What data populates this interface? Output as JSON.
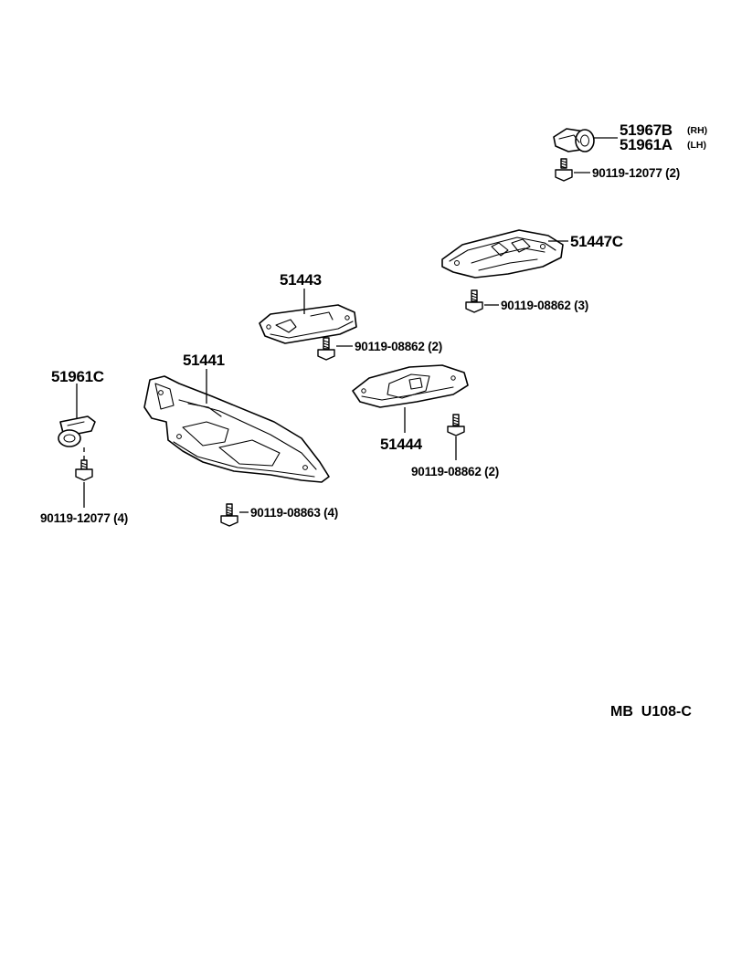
{
  "diagram": {
    "parts": {
      "p51967B": {
        "number": "51967B",
        "side": "(RH)"
      },
      "p51961A": {
        "number": "51961A",
        "side": "(LH)"
      },
      "p51447C": {
        "number": "51447C"
      },
      "p51443": {
        "number": "51443"
      },
      "p51441": {
        "number": "51441"
      },
      "p51444": {
        "number": "51444"
      },
      "p51961C": {
        "number": "51961C"
      }
    },
    "fasteners": {
      "f1": {
        "label": "90119-12077 (2)"
      },
      "f2": {
        "label": "90119-08862 (3)"
      },
      "f3": {
        "label": "90119-08862 (2)"
      },
      "f4": {
        "label": "90119-08862 (2)"
      },
      "f5": {
        "label": "90119-12077 (4)"
      },
      "f6": {
        "label": "90119-08863 (4)"
      }
    },
    "footer_code": "MB  U108-C"
  }
}
